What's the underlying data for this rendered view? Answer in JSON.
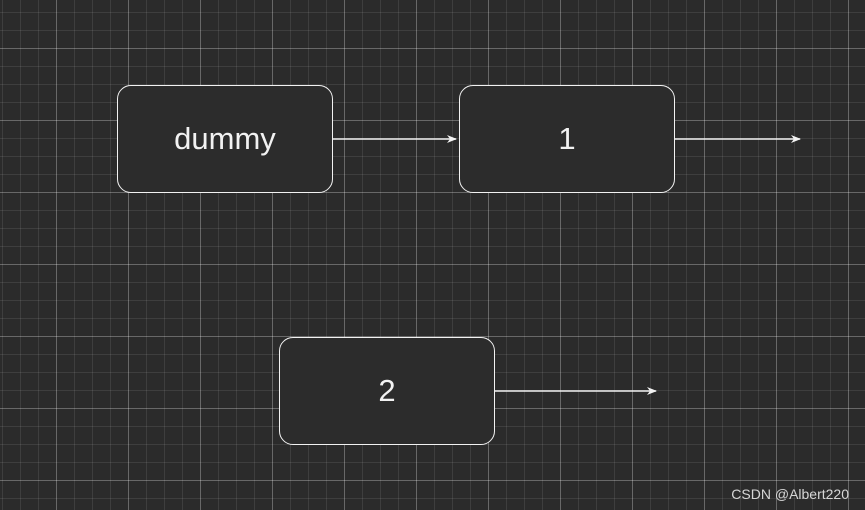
{
  "diagram": {
    "nodes": [
      {
        "id": "dummy",
        "label": "dummy"
      },
      {
        "id": "n1",
        "label": "1"
      },
      {
        "id": "n2",
        "label": "2"
      }
    ],
    "edges": [
      {
        "from": "dummy",
        "to": "n1"
      },
      {
        "from": "n1",
        "to": null
      },
      {
        "from": "n2",
        "to": null
      }
    ],
    "colors": {
      "background": "#2b2b2b",
      "node_fill": "#2c2c2c",
      "stroke": "#f2f2f2"
    }
  },
  "watermark": "CSDN @Albert220"
}
